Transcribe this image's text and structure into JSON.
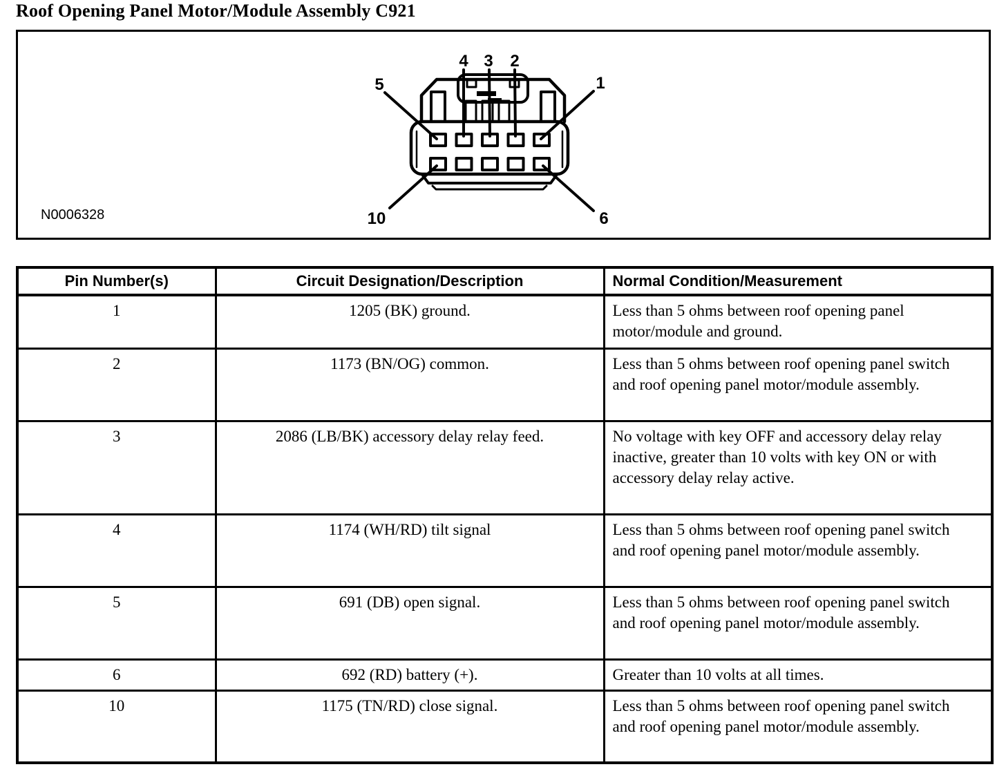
{
  "page": {
    "title": "Roof Opening Panel Motor/Module Assembly C921"
  },
  "colors": {
    "ink": "#000000",
    "paper": "#ffffff"
  },
  "diagram": {
    "figure_id": "N0006328",
    "description": "10-way connector face view, two rows of five terminal cavities",
    "callouts": {
      "pin1": "1",
      "pin2": "2",
      "pin3": "3",
      "pin4": "4",
      "pin5": "5",
      "pin6": "6",
      "pin10": "10"
    }
  },
  "table": {
    "headers": [
      "Pin Number(s)",
      "Circuit Designation/Description",
      "Normal Condition/Measurement"
    ],
    "rows": [
      {
        "pin": "1",
        "circuit": "1205 (BK) ground.",
        "condition": "Less than 5 ohms between roof opening panel motor/module and ground."
      },
      {
        "pin": "2",
        "circuit": "1173 (BN/OG) common.",
        "condition": "Less than 5 ohms between roof opening panel switch and roof opening panel motor/module assembly."
      },
      {
        "pin": "3",
        "circuit": "2086 (LB/BK) accessory delay relay feed.",
        "condition": "No voltage with key OFF and accessory delay relay inactive, greater than 10 volts with key ON or with accessory delay relay active."
      },
      {
        "pin": "4",
        "circuit": "1174 (WH/RD) tilt signal",
        "condition": "Less than 5 ohms between roof opening panel switch and roof opening panel motor/module assembly."
      },
      {
        "pin": "5",
        "circuit": "691 (DB) open signal.",
        "condition": "Less than 5 ohms between roof opening panel switch and roof opening panel motor/module assembly."
      },
      {
        "pin": "6",
        "circuit": "692 (RD) battery (+).",
        "condition": "Greater than 10 volts at all times."
      },
      {
        "pin": "10",
        "circuit": "1175 (TN/RD) close signal.",
        "condition": "Less than 5 ohms between roof opening panel switch and roof opening panel motor/module assembly."
      }
    ]
  }
}
